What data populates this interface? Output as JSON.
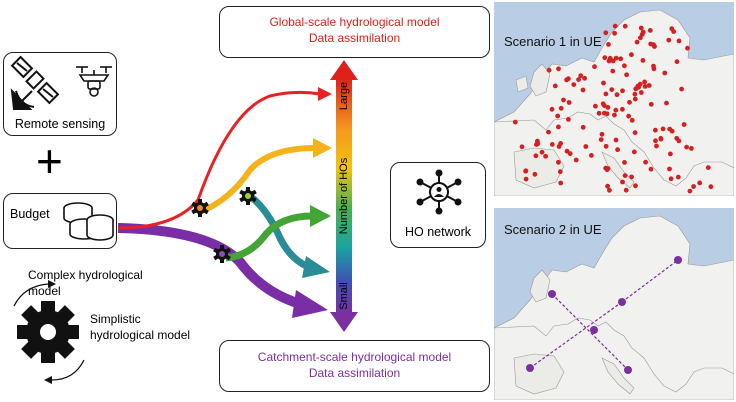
{
  "inputs": {
    "remote_sensing": {
      "label": "Remote sensing",
      "icons": [
        "satellite-icon",
        "drone-icon"
      ]
    },
    "plus_sign": "+",
    "budget": {
      "label": "Budget",
      "icon": "coins-icon"
    },
    "models": {
      "complex_label": "Complex hydrological model",
      "complex_lines": [
        "Complex hydrological",
        "model"
      ],
      "simple_label": "Simplistic hydrological model",
      "simple_lines": [
        "Simplistic",
        "hydrological model"
      ],
      "icon": "gear-icon"
    }
  },
  "scale_boxes": {
    "global": {
      "line1": "Global-scale hydrological model",
      "line2": "Data assimilation",
      "color": "#e0201b"
    },
    "catchment": {
      "line1": "Catchment-scale hydrological model",
      "line2": "Data assimilation",
      "color": "#7b2fa0"
    }
  },
  "scale_bar": {
    "title": "Number of HOs",
    "top_label": "Large",
    "bottom_label": "Small",
    "gradient_colors": [
      "#e0201b",
      "#f39a1e",
      "#f1c40f",
      "#4caf50",
      "#1aa3a0",
      "#3f51b5",
      "#7b2fa0"
    ]
  },
  "flows": [
    {
      "name": "red-flow",
      "color": "#e82222"
    },
    {
      "name": "orange-flow",
      "color": "#f5b21a"
    },
    {
      "name": "green-flow",
      "color": "#43a536"
    },
    {
      "name": "teal-flow",
      "color": "#2a8c96"
    },
    {
      "name": "purple-flow",
      "color": "#7a2ea6"
    }
  ],
  "network": {
    "label": "HO network",
    "icon": "network-icon"
  },
  "scenarios": [
    {
      "label": "Scenario 1 in UE",
      "marker_color": "#d42020"
    },
    {
      "label": "Scenario 2 in UE",
      "marker_color": "#7b2fa0"
    }
  ]
}
